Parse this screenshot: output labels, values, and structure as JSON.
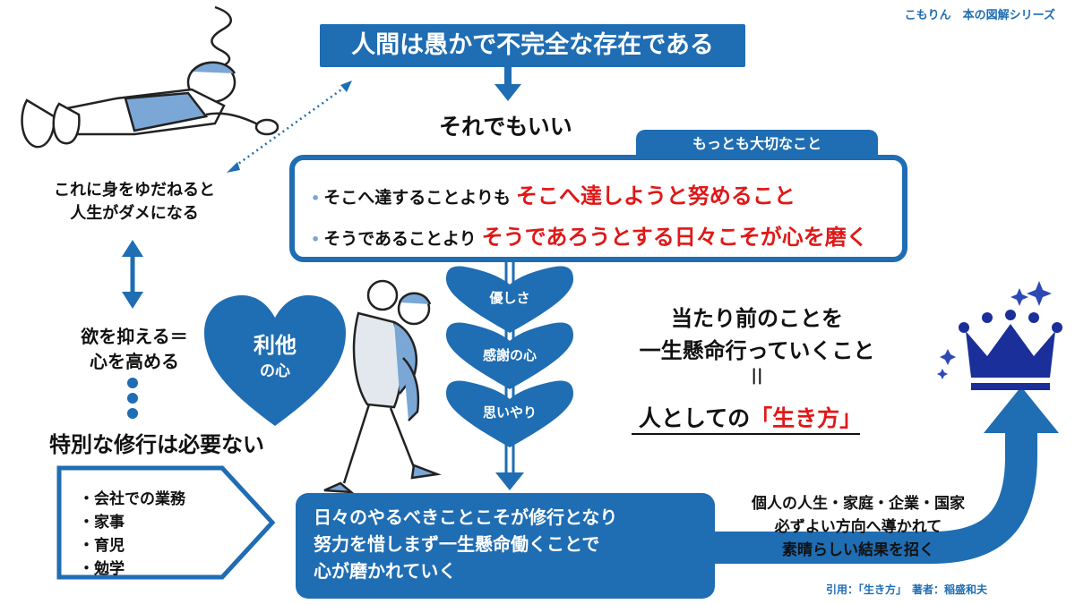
{
  "credit": "こもりん　本の図解シリーズ",
  "title": "人間は愚かで不完全な存在である",
  "soredemo": "それでもいい",
  "important_tab": "もっとも大切なこと",
  "rows": [
    {
      "plain": "そこへ達することよりも",
      "red": "そこへ達しようと努めること"
    },
    {
      "plain": "そうであることより",
      "red": "そうであろうとする日々こそが心を磨く"
    }
  ],
  "left_caption": [
    "これに身をゆだねると",
    "人生がダメになる"
  ],
  "yoku_caption": [
    "欲を抑える＝",
    "心を高める"
  ],
  "tokubetsu": "特別な修行は必要ない",
  "list_items": [
    "・会社での業務",
    "・家事",
    "・育児",
    "・勉学"
  ],
  "rita_heart": [
    "利他",
    "の心"
  ],
  "stack_hearts": [
    "優しさ",
    "感謝の心",
    "思いやり"
  ],
  "atarimae": [
    "当たり前のことを",
    "一生懸命行っていくこと",
    "||"
  ],
  "ikikata_plain": "人としての",
  "ikikata_red": "「生き方」",
  "bottom_box": [
    "日々のやるべきことこそが修行となり",
    "努力を惜しまず一生懸命働くことで",
    "心が磨かれていく"
  ],
  "kojin": [
    "個人の人生・家庭・企業・国家",
    "必ずよい方向へ導かれて",
    "素晴らしい結果を招く"
  ],
  "citation": "引用：「生き方」　著者：稲盛和夫",
  "colors": {
    "blue": "#1f6db3",
    "red": "#e01818",
    "dark_blue": "#1a2f9a",
    "star": "#2c49b5"
  }
}
